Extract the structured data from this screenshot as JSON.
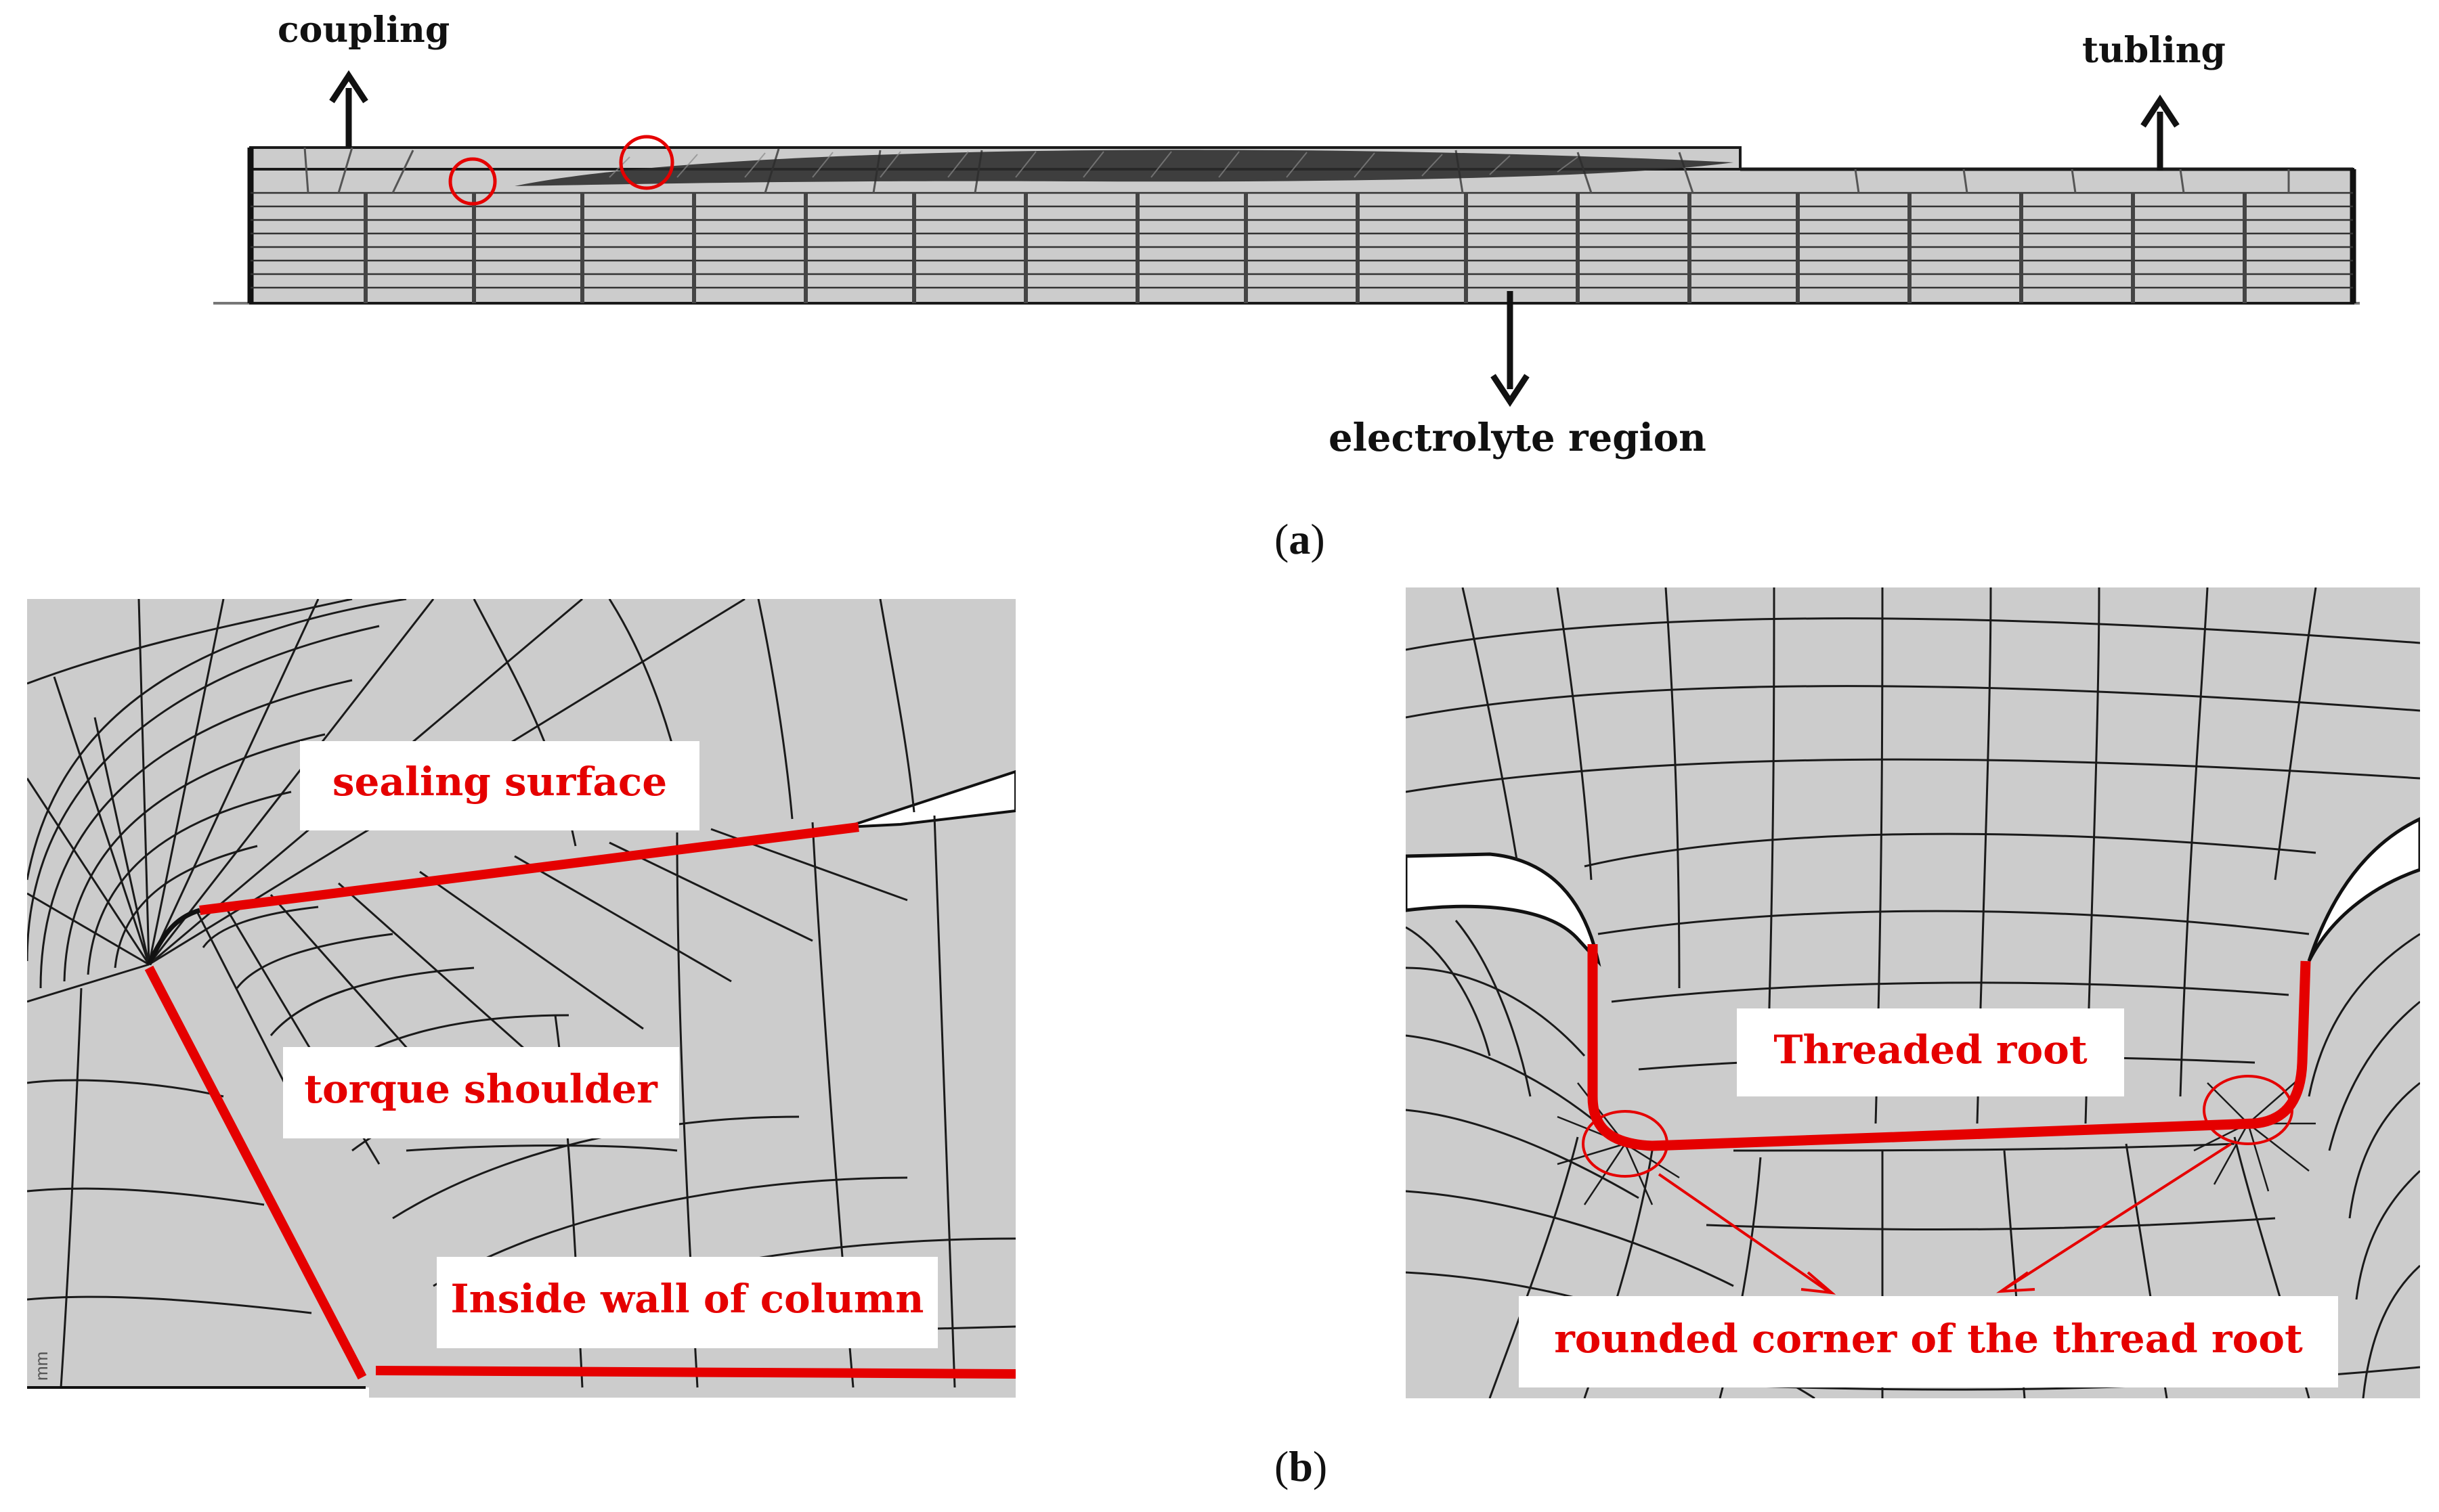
{
  "panel_a": {
    "labels": {
      "coupling": "coupling",
      "tubling": "tubling",
      "electrolyte": "electrolyte region"
    },
    "caption_open": "(",
    "caption_letter": "a",
    "caption_close": ")"
  },
  "panel_b_left": {
    "labels": {
      "sealing": "sealing surface",
      "torque": "torque shoulder",
      "inside_wall": "Inside wall of column"
    },
    "corner_mark": "mm"
  },
  "panel_b_right": {
    "labels": {
      "threaded_root": "Threaded root",
      "rounded_corner": "rounded corner of the thread root"
    }
  },
  "caption_b": {
    "open": "(",
    "letter": "b",
    "close": ")"
  },
  "colors": {
    "mesh_fill": "#cccccc",
    "mesh_line": "#1a1a1a",
    "highlight": "#e50000",
    "label_box": "#ffffff"
  }
}
